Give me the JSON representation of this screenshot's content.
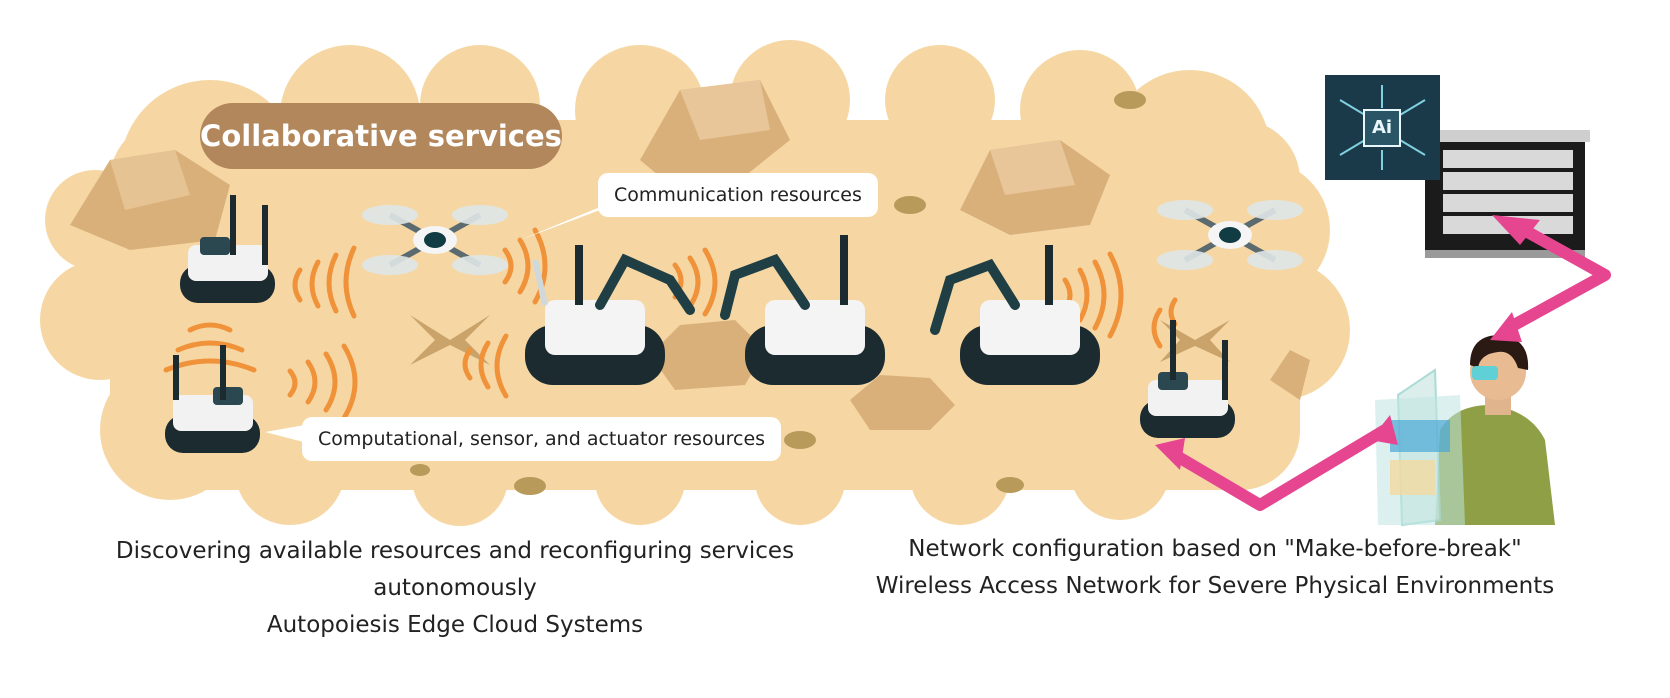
{
  "labels": {
    "collaborative": "Collaborative services",
    "communication": "Communication resources",
    "computational": "Computational, sensor, and actuator resources"
  },
  "captions": {
    "left": [
      "Discovering available resources and reconfiguring services",
      "autonomously",
      "Autopoiesis Edge Cloud Systems"
    ],
    "right": [
      "Network configuration based on \"Make-before-break\"",
      "Wireless Access Network for Severe Physical Environments"
    ]
  },
  "ai_chip": "Ai",
  "icons": [
    "cloud-terrain",
    "rover-icon",
    "drone-icon",
    "robot-arm-icon",
    "signal-waves-icon",
    "server-rack-icon",
    "ai-chip-icon",
    "operator-icon",
    "link-arrow-icon"
  ],
  "colors": {
    "cloud": "#f6d7a4",
    "rock": "#d9b07a",
    "badge": "#b2875c",
    "signal": "#f0923a",
    "arrow": "#e6458f"
  }
}
